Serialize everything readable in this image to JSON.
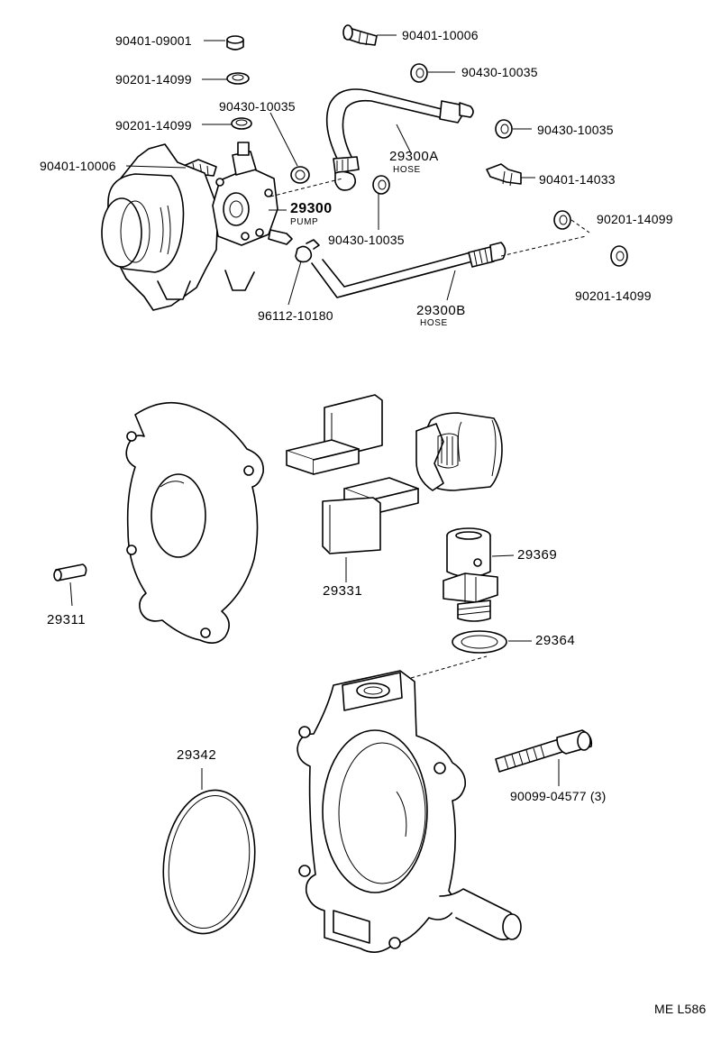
{
  "labels": {
    "p_90401_09001": "90401-09001",
    "p_90201_14099_a": "90201-14099",
    "p_90430_10035_a": "90430-10035",
    "p_90201_14099_b": "90201-14099",
    "p_90401_10006_a": "90401-10006",
    "p_90401_10006_b": "90401-10006",
    "p_90430_10035_b": "90430-10035",
    "p_90430_10035_c": "90430-10035",
    "p_90401_14033": "90401-14033",
    "p_90201_14099_c": "90201-14099",
    "p_90201_14099_d": "90201-14099",
    "p_90430_10035_d": "90430-10035",
    "hose_a_num": "29300A",
    "hose_a_word": "HOSE",
    "pump_num": "29300",
    "pump_word": "PUMP",
    "p_96112_10180": "96112-10180",
    "hose_b_num": "29300B",
    "hose_b_word": "HOSE",
    "p_29369": "29369",
    "p_29331": "29331",
    "p_29311": "29311",
    "p_29364": "29364",
    "p_29342": "29342",
    "p_90099_04577": "90099-04577 (3)",
    "drawing_code": "ME L586"
  }
}
